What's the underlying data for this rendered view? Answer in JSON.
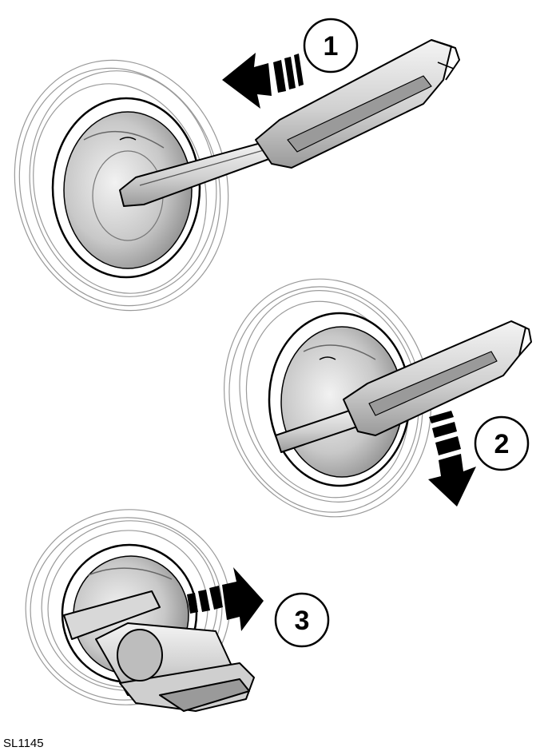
{
  "figure": {
    "reference_code": "SL1145",
    "steps": [
      {
        "number": "1",
        "arrow_direction": "left"
      },
      {
        "number": "2",
        "arrow_direction": "down"
      },
      {
        "number": "3",
        "arrow_direction": "right"
      }
    ],
    "colors": {
      "line": "#000000",
      "metal_light": "#e6e6e6",
      "metal_mid": "#bdbdbd",
      "metal_dark": "#8a8a8a",
      "ring_grey": "#9a9a9a",
      "background": "#ffffff"
    }
  }
}
